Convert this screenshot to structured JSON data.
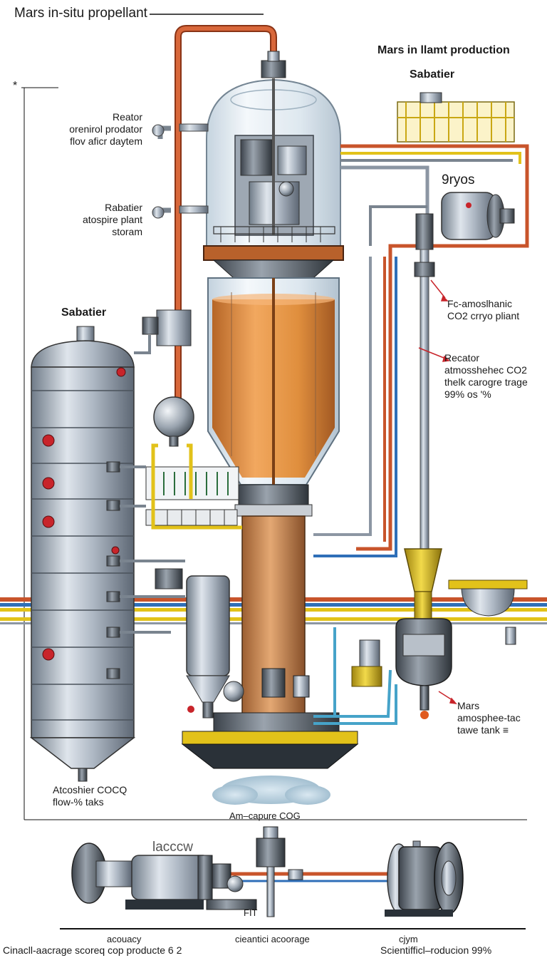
{
  "title": "Mars in-situ propellant",
  "header": {
    "main": "Mars in llamt production",
    "sub": "Sabatier"
  },
  "labels": {
    "reactor_block": [
      "Reator",
      "orenirol prodator",
      "flov aficr daytem"
    ],
    "sabatier_block": [
      "Rabatier",
      "atospire plant",
      "storam"
    ],
    "tank_title": "Sabatier",
    "cryo_code": "9ryos",
    "cryo_plant": [
      "Fc-amoslhanic",
      "CO2  crryo pliant"
    ],
    "recator_block": [
      "Recator",
      "atmosshehec CO2",
      "thelk carogre trage",
      "99% os '%"
    ],
    "mars_tank": [
      "Mars",
      "amosphee-tac",
      "tawe tank  ≡"
    ],
    "tank_bottom": [
      "Atcoshier COCQ",
      "flow-% taks"
    ],
    "capture": "Am–capure COG",
    "pump_label": "lacccw",
    "pump_tag": "FIT",
    "footer_left_top": "acouacy",
    "footer_left": "Cinacll-aacrage scoreq cop producte 6 2",
    "footer_mid": "cieantici acoorage",
    "footer_right_top": "cjym",
    "footer_right": "Scientifficl–roducion 99%"
  },
  "colors": {
    "copper_pipe": "#c8542b",
    "yellow_pipe": "#e2c21a",
    "blue_pipe": "#2f6fb8",
    "steel": "#8c96a3",
    "liquid_orange": "#e08a34",
    "glass": "#dfe9f0"
  },
  "icons": [
    "valve-icon",
    "gauge-icon",
    "pump-icon",
    "tank-icon",
    "sphere-vessel-icon"
  ]
}
